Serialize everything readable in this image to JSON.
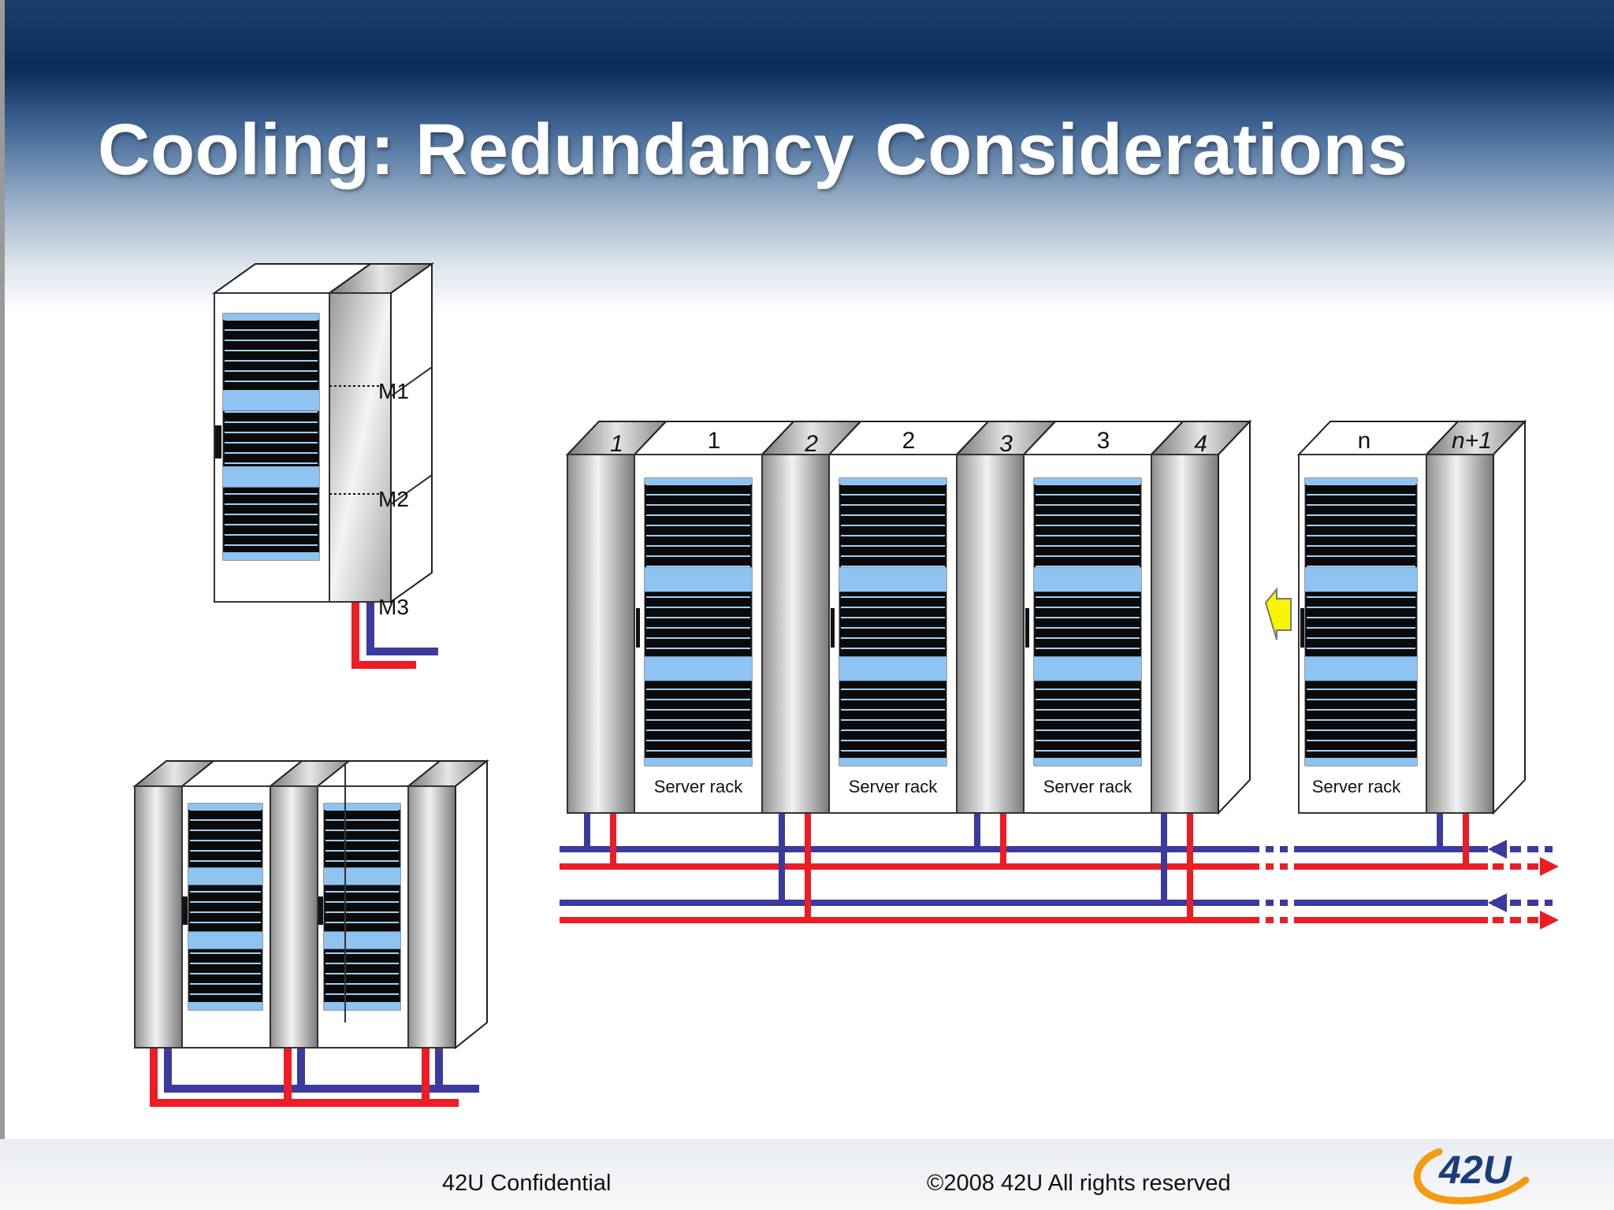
{
  "slide": {
    "title": "Cooling: Redundancy Considerations"
  },
  "footer": {
    "confidential": "42U Confidential",
    "copyright": "©2008 42U All rights reserved",
    "logo_text": "42U"
  },
  "module_rack": {
    "labels": [
      "M1",
      "M2",
      "M3"
    ]
  },
  "row": {
    "cooler_labels": [
      "1",
      "2",
      "3",
      "4",
      "n+1"
    ],
    "rack_numbers": [
      "1",
      "2",
      "3",
      "n"
    ],
    "rack_label": "Server rack"
  },
  "colors": {
    "supply_pipe": "#ee1c24",
    "return_pipe": "#3b3a9e",
    "server_blue": "#8ec3f2",
    "airflow_arrow": "#f7f500",
    "title_bar": "#0b2c5a",
    "logo_orange": "#f39c12",
    "logo_blue": "#1a3c7a"
  }
}
